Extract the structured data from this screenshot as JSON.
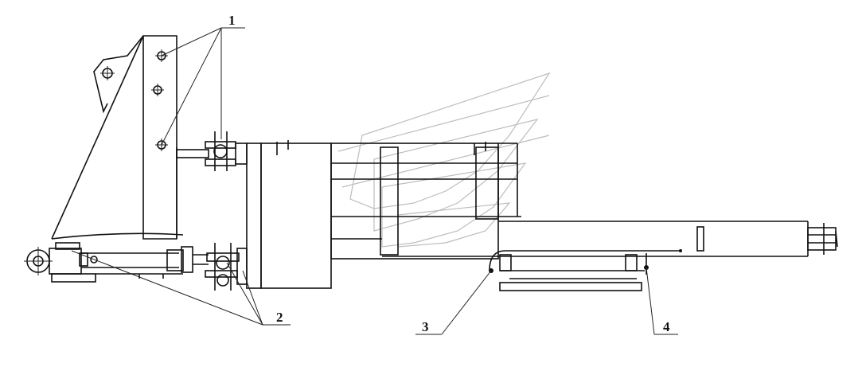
{
  "callouts": [
    {
      "id": "1",
      "text": "1"
    },
    {
      "id": "2",
      "text": "2"
    },
    {
      "id": "3",
      "text": "3"
    },
    {
      "id": "4",
      "text": "4"
    }
  ],
  "colors": {
    "line": "#111111",
    "watermark": "#bdbdbd",
    "background": "#ffffff"
  }
}
